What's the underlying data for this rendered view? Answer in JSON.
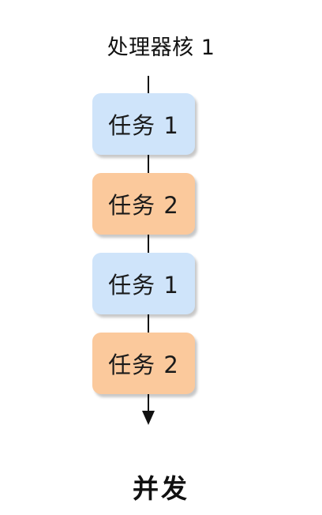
{
  "title": "处理器核 1",
  "tasks": [
    {
      "label": "任务 1",
      "color": "#cfe4fa"
    },
    {
      "label": "任务 2",
      "color": "#fbc99c"
    },
    {
      "label": "任务 1",
      "color": "#cfe4fa"
    },
    {
      "label": "任务 2",
      "color": "#fbc99c"
    }
  ],
  "footer": "并发"
}
